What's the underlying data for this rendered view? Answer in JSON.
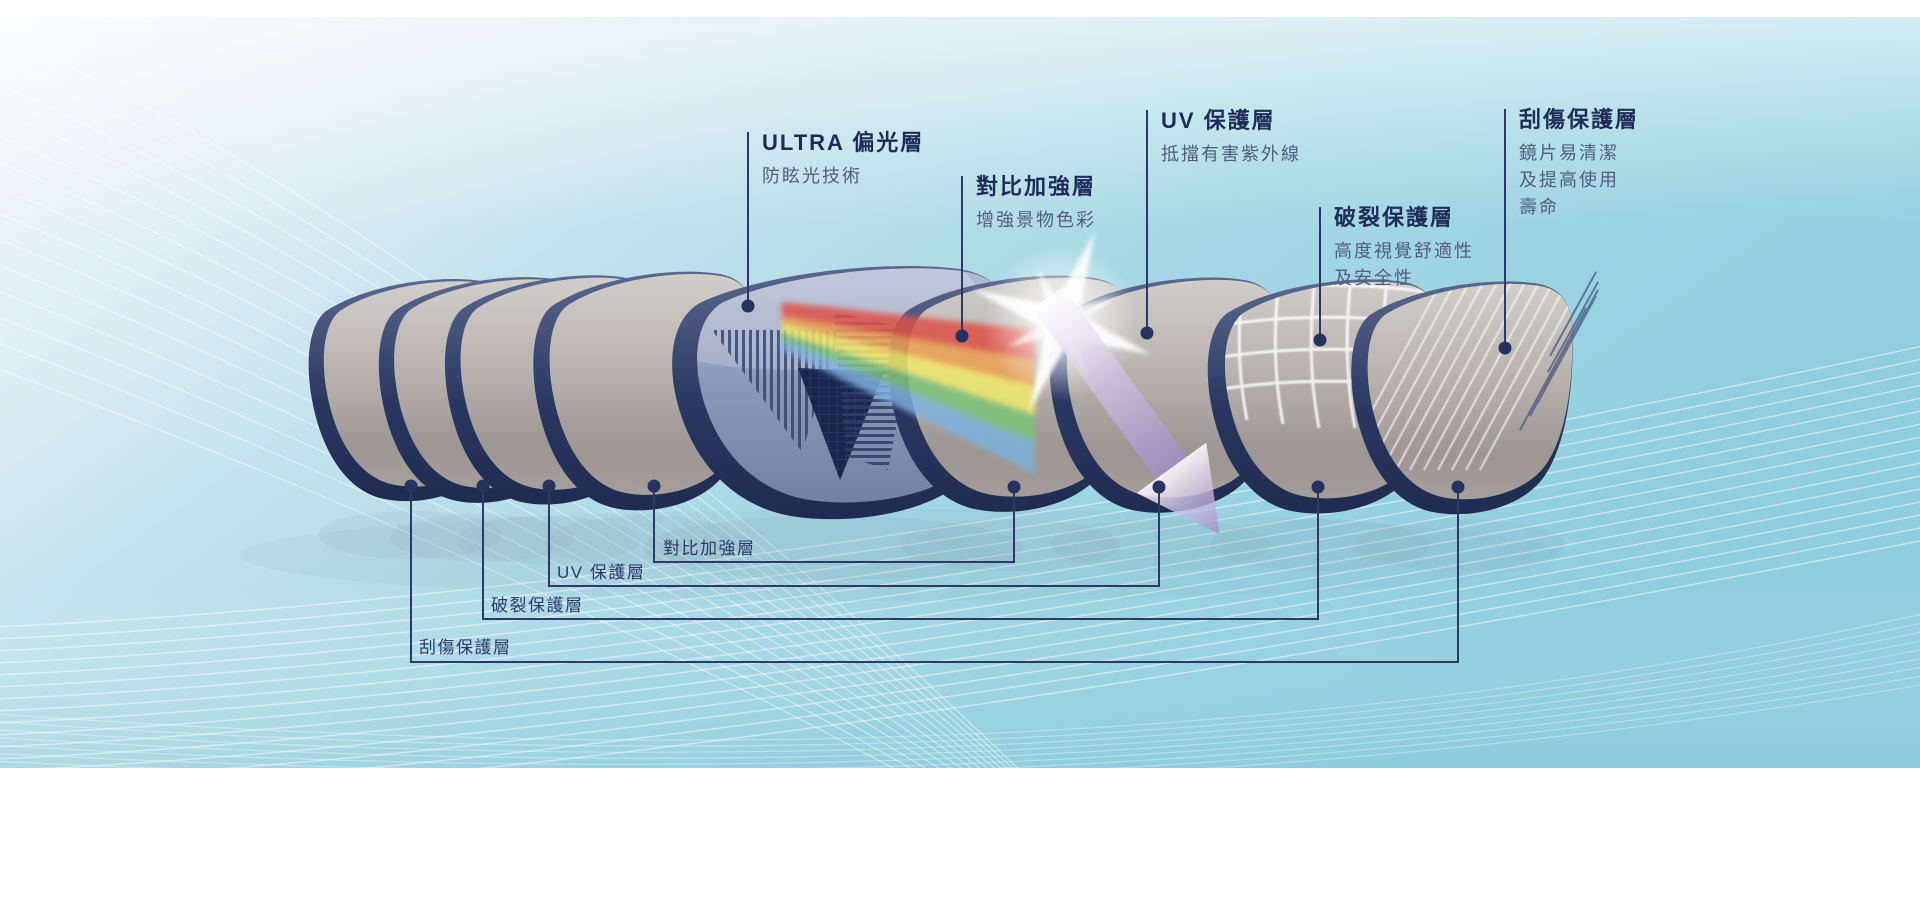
{
  "colors": {
    "title_text": "#1f2c58",
    "subtitle_text": "#515e7c",
    "callout_line": "#2c3a68",
    "background_teal": "#8ecddc",
    "background_light": "#f7fbfd",
    "lens_rim_navy": "#2a3760",
    "lens_face_grey": "#b3aea8",
    "core_lens_blue": "#8e9aba",
    "prism_triangle_navy": "#152448",
    "arrow_purple": "#a78fc8",
    "spectrum": [
      "#dd5148",
      "#eda153",
      "#f2ea6d",
      "#7ec379",
      "#7fb3e0"
    ]
  },
  "diagram": {
    "top_labels": [
      {
        "title": "ULTRA 偏光層",
        "subtitle_lines": [
          "防眩光技術"
        ]
      },
      {
        "title": "對比加強層",
        "subtitle_lines": [
          "增強景物色彩"
        ]
      },
      {
        "title": "UV 保護層",
        "subtitle_lines": [
          "抵擋有害紫外線"
        ]
      },
      {
        "title": "破裂保護層",
        "subtitle_lines": [
          "高度視覺舒適性",
          "及安全性"
        ]
      },
      {
        "title": "刮傷保護層",
        "subtitle_lines": [
          "鏡片易清潔",
          "及提高使用",
          "壽命"
        ]
      }
    ],
    "bottom_labels": [
      {
        "label": "對比加強層"
      },
      {
        "label": "UV 保護層"
      },
      {
        "label": "破裂保護層"
      },
      {
        "label": "刮傷保護層"
      }
    ]
  }
}
